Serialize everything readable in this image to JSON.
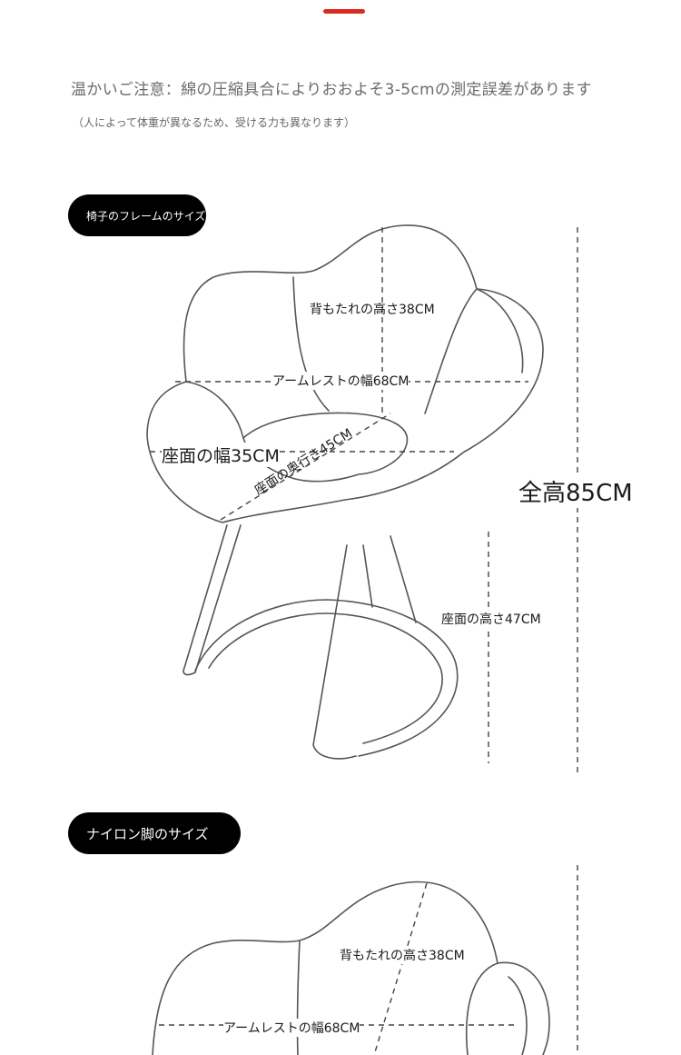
{
  "colors": {
    "accent": "#d92b22",
    "pill_bg": "#000000",
    "line": "#555555"
  },
  "notice": {
    "main": "温かいご注意：綿の圧縮具合によりおおよそ3-5cmの測定誤差があります",
    "sub": "（人によって体重が異なるため、受ける力も異なります）"
  },
  "section_frame": {
    "title": "椅子のフレームのサイズ",
    "labels": {
      "back_height": "背もたれの高さ38CM",
      "armrest_width": "アームレストの幅68CM",
      "seat_width": "座面の幅35CM",
      "seat_depth": "座面の奥行き45CM",
      "total_height": "全高85CM",
      "seat_height": "座面の高さ47CM"
    }
  },
  "section_nylon": {
    "title": "ナイロン脚のサイズ",
    "labels": {
      "back_height": "背もたれの高さ38CM",
      "armrest_width": "アームレストの幅68CM"
    }
  }
}
